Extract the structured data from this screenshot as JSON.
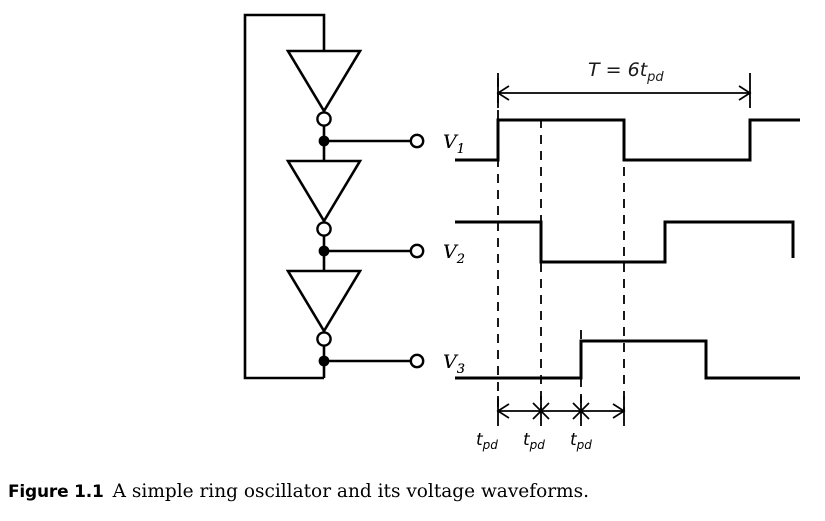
{
  "figure": {
    "caption_number": "Figure 1.1",
    "caption_text": "A simple ring oscillator and its voltage waveforms.",
    "line_color": "#000000",
    "background_color": "#ffffff"
  },
  "circuit": {
    "name": "ring-oscillator",
    "inverter_count": 3,
    "inverters": [
      {
        "id": "inverter-1",
        "output_node": "v1"
      },
      {
        "id": "inverter-2",
        "output_node": "v2"
      },
      {
        "id": "inverter-3",
        "output_node": "v3"
      }
    ],
    "output_terminals": [
      {
        "id": "terminal-v1",
        "label": "V",
        "subscript": "1"
      },
      {
        "id": "terminal-v2",
        "label": "V",
        "subscript": "2"
      },
      {
        "id": "terminal-v3",
        "label": "V",
        "subscript": "3"
      }
    ],
    "feedback_loop": "output of third inverter routed back to input of first inverter"
  },
  "waveforms": {
    "period_label": {
      "text": "T = 6t",
      "subscript": "pd"
    },
    "delay_labels": [
      {
        "text": "t",
        "subscript": "pd"
      },
      {
        "text": "t",
        "subscript": "pd"
      },
      {
        "text": "t",
        "subscript": "pd"
      }
    ],
    "signals": [
      {
        "name": "V1",
        "label": "V",
        "subscript": "1",
        "initial_level": "low",
        "transitions": [
          "rise at 0",
          "fall at 3tpd",
          "rise at 6tpd"
        ]
      },
      {
        "name": "V2",
        "label": "V",
        "subscript": "2",
        "initial_level": "high",
        "transitions": [
          "fall at 1tpd",
          "rise at 4tpd"
        ]
      },
      {
        "name": "V3",
        "label": "V",
        "subscript": "3",
        "initial_level": "low",
        "transitions": [
          "rise at 2tpd",
          "fall at 5tpd"
        ]
      }
    ]
  }
}
